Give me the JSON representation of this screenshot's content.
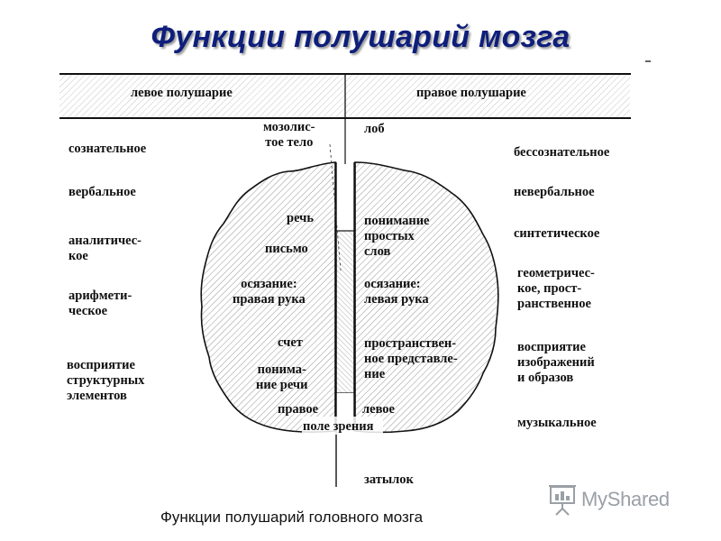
{
  "title": "Функции полушарий мозга",
  "header": {
    "left": "левое полушарие",
    "right": "правое полушарие"
  },
  "top_labels": {
    "corpus": "мозолис-\nтое тело",
    "forehead": "лоб"
  },
  "left_functions": [
    "сознательное",
    "вербальное",
    "аналитичес-\nкое",
    "арифмети-\nческое",
    "восприятие\nструктурных\nэлементов"
  ],
  "right_functions": [
    "бессознательное",
    "невербальное",
    "синтетическое",
    "геометричес-\nкое, прост-\nранственное",
    "восприятие\nизображений\nи образов",
    "музыкальное"
  ],
  "brain_left": [
    "речь",
    "письмо",
    "осязание:\nправая рука",
    "счет",
    "понима-\nние речи",
    "правое"
  ],
  "brain_right": [
    "понимание\nпростых\nслов",
    "осязание:\nлевая рука",
    "пространствен-\nное представле-\nние",
    "левое"
  ],
  "field_of_view": "поле зрения",
  "occiput": "затылок",
  "caption": "Функции полушарий головного мозга",
  "watermark": "MyShared",
  "colors": {
    "title": "#0e1e7a",
    "watermark": "#9aa0a6"
  }
}
